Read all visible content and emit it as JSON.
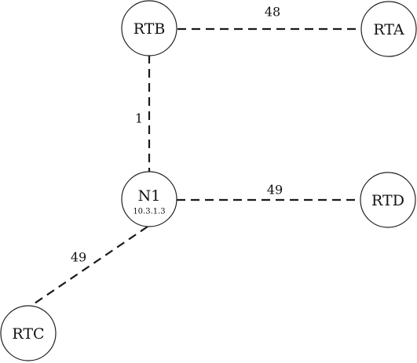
{
  "nodes": {
    "rtb": {
      "label": "RTB"
    },
    "rta": {
      "label": "RTA"
    },
    "n1": {
      "label": "N1",
      "sublabel": "10.3.1.3"
    },
    "rtd": {
      "label": "RTD"
    },
    "rtc": {
      "label": "RTC"
    }
  },
  "edges": {
    "rtb_rta": {
      "cost": "48"
    },
    "rtb_n1": {
      "cost": "1"
    },
    "n1_rtd": {
      "cost": "49"
    },
    "n1_rtc": {
      "cost": "49"
    }
  }
}
